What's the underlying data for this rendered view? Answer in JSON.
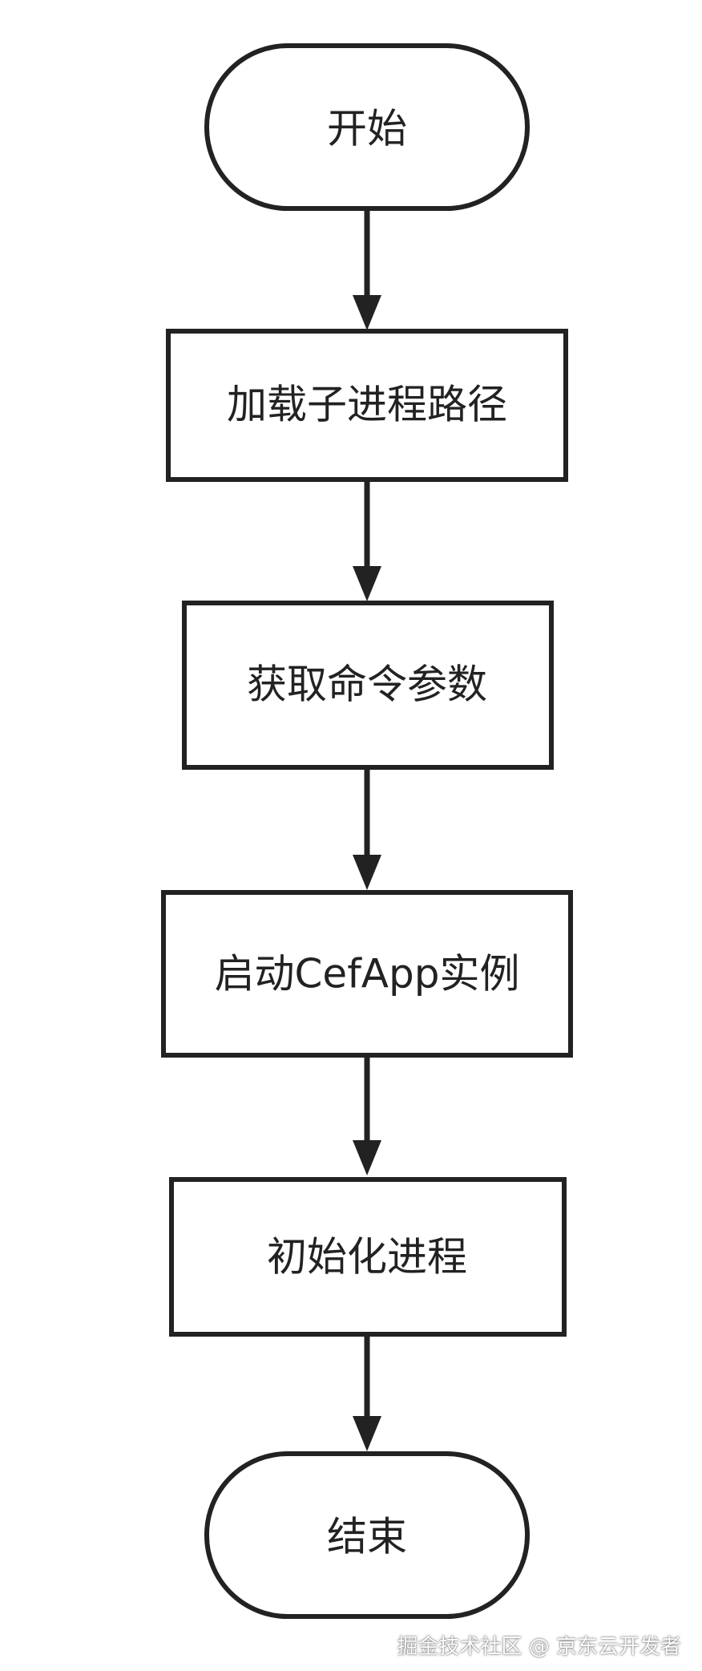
{
  "flowchart": {
    "nodes": [
      {
        "id": "start",
        "shape": "terminal",
        "label": "开始"
      },
      {
        "id": "load-subprocess-path",
        "shape": "process",
        "label": "加载子进程路径"
      },
      {
        "id": "get-command-args",
        "shape": "process",
        "label": "获取命令参数"
      },
      {
        "id": "start-cefapp-instance",
        "shape": "process",
        "label": "启动CefApp实例"
      },
      {
        "id": "init-process",
        "shape": "process",
        "label": "初始化进程"
      },
      {
        "id": "end",
        "shape": "terminal",
        "label": "结束"
      }
    ],
    "edges": [
      {
        "from": "start",
        "to": "load-subprocess-path"
      },
      {
        "from": "load-subprocess-path",
        "to": "get-command-args"
      },
      {
        "from": "get-command-args",
        "to": "start-cefapp-instance"
      },
      {
        "from": "start-cefapp-instance",
        "to": "init-process"
      },
      {
        "from": "init-process",
        "to": "end"
      }
    ],
    "colors": {
      "stroke": "#222222",
      "fill": "#ffffff",
      "text": "#222222"
    }
  },
  "watermark": {
    "text": "掘金技术社区 @ 京东云开发者"
  }
}
